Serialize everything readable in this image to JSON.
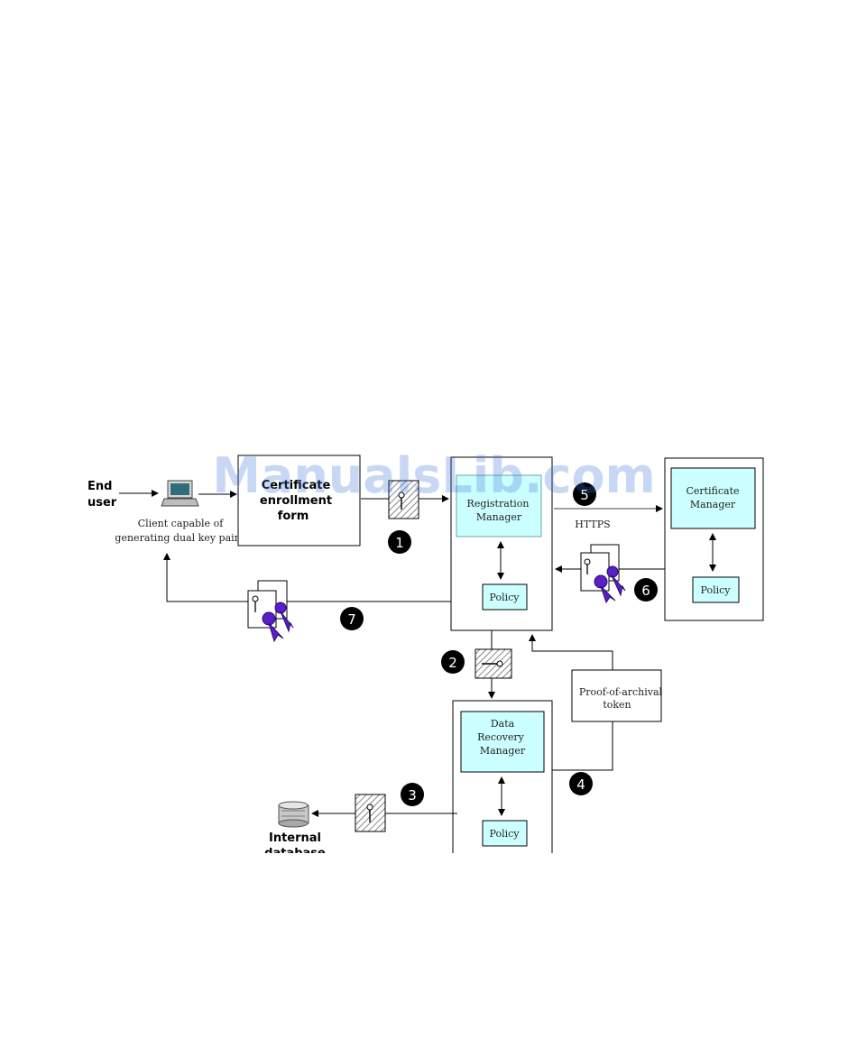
{
  "watermark": "ManualsLib.com",
  "end_user": {
    "line1": "End",
    "line2": "user"
  },
  "client": {
    "line1": "Client capable of",
    "line2": "generating dual key pairs"
  },
  "enrollment_form": {
    "line1": "Certificate",
    "line2": "enrollment",
    "line3": "form"
  },
  "registration_manager": {
    "line1": "Registration",
    "line2": "Manager",
    "policy": "Policy"
  },
  "certificate_manager": {
    "line1": "Certificate",
    "line2": "Manager",
    "policy": "Policy"
  },
  "data_recovery_manager": {
    "line1": "Data",
    "line2": "Recovery",
    "line3": "Manager",
    "policy": "Policy"
  },
  "proof_token": {
    "line1": "Proof-of-archival",
    "line2": "token"
  },
  "https_label": "HTTPS",
  "internal_db": {
    "line1": "Internal",
    "line2": "database"
  },
  "steps": [
    "1",
    "2",
    "3",
    "4",
    "5",
    "6",
    "7"
  ],
  "colors": {
    "manager_fill": "#ccffff",
    "policy_fill": "#ccffff",
    "step_fill": "#000000",
    "hatch": "#555555"
  },
  "icons": [
    "laptop-icon",
    "key-icon",
    "certificate-icon",
    "database-icon"
  ]
}
